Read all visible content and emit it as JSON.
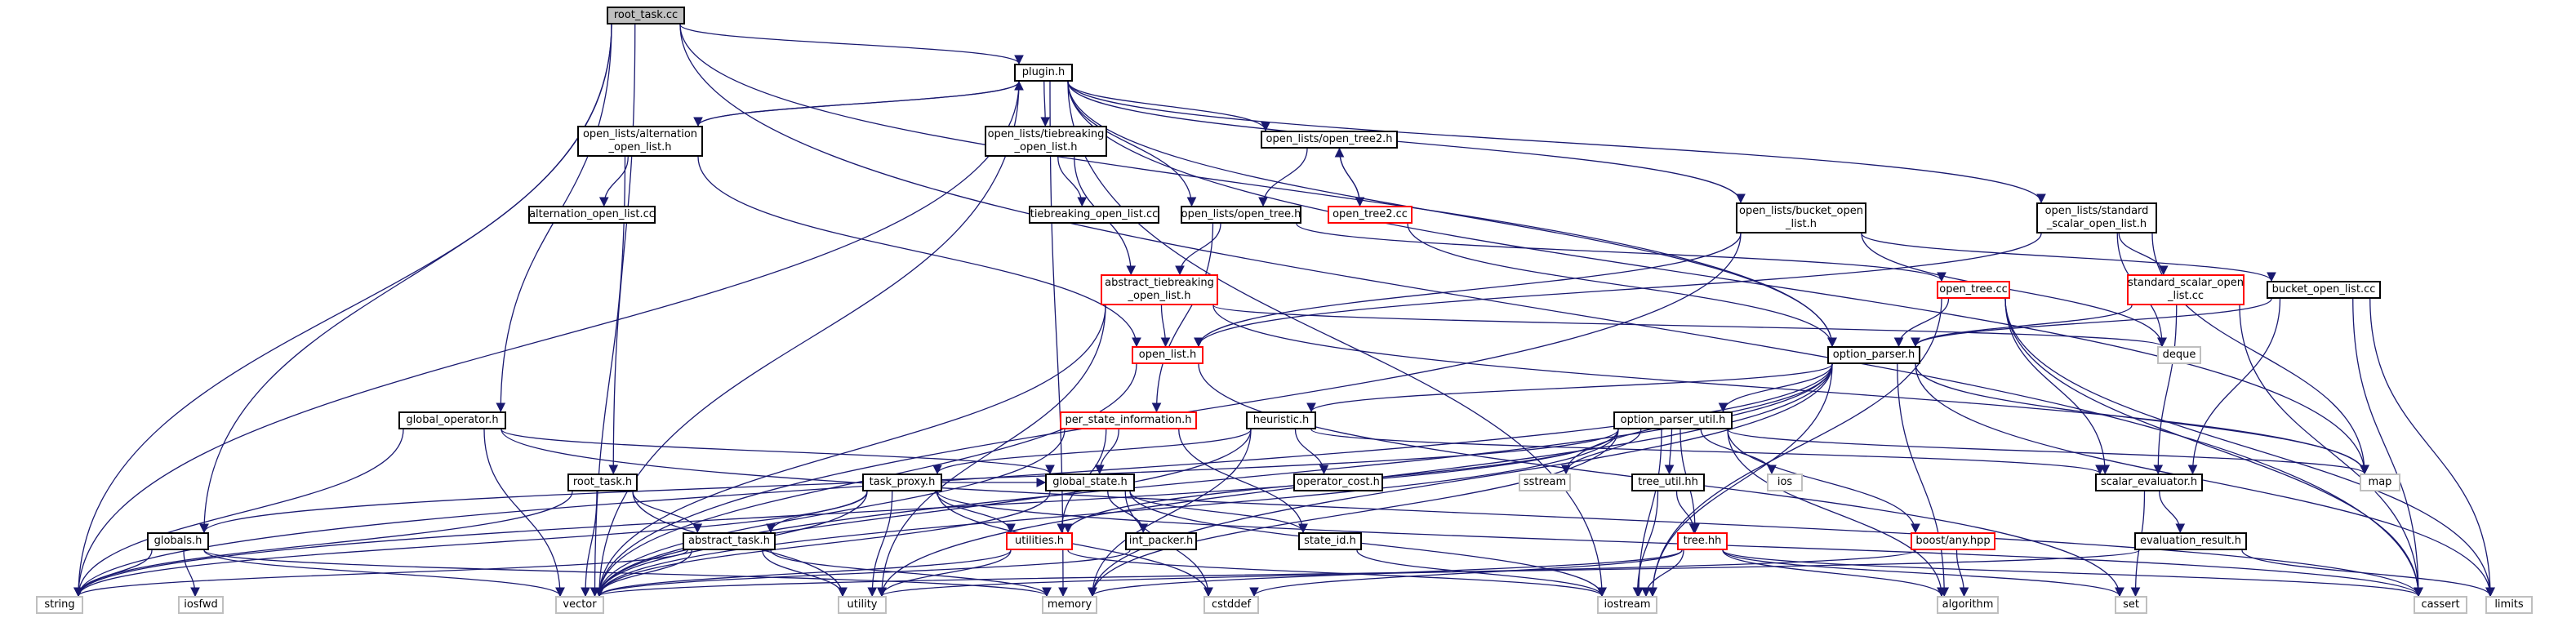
{
  "diagram": {
    "background": "#ffffff",
    "edge_color": "#191970",
    "border_default": "#000000",
    "border_truncated": "#ff0000",
    "border_system": "#bfbfbf",
    "root_fill": "#bfbfbf"
  },
  "nodes": [
    {
      "id": "root_task_cc",
      "label": "root_task.cc",
      "kind": "root"
    },
    {
      "id": "plugin_h",
      "label": "plugin.h",
      "kind": "normal"
    },
    {
      "id": "alternation_open_list_h",
      "label": "open_lists/alternation\n_open_list.h",
      "kind": "normal"
    },
    {
      "id": "alternation_open_list_cc",
      "label": "alternation_open_list.cc",
      "kind": "normal"
    },
    {
      "id": "tiebreaking_open_list_h",
      "label": "open_lists/tiebreaking\n_open_list.h",
      "kind": "normal"
    },
    {
      "id": "tiebreaking_open_list_cc",
      "label": "tiebreaking_open_list.cc",
      "kind": "normal"
    },
    {
      "id": "open_tree2_h",
      "label": "open_lists/open_tree2.h",
      "kind": "normal"
    },
    {
      "id": "open_tree2_cc",
      "label": "open_tree2.cc",
      "kind": "truncated"
    },
    {
      "id": "open_tree_h",
      "label": "open_lists/open_tree.h",
      "kind": "normal"
    },
    {
      "id": "abstract_tiebreaking_open_list_h",
      "label": "abstract_tiebreaking\n_open_list.h",
      "kind": "truncated"
    },
    {
      "id": "bucket_open_list_h",
      "label": "open_lists/bucket_open\n_list.h",
      "kind": "normal"
    },
    {
      "id": "standard_scalar_open_list_h",
      "label": "open_lists/standard\n_scalar_open_list.h",
      "kind": "normal"
    },
    {
      "id": "standard_scalar_open_list_cc",
      "label": "standard_scalar_open\n_list.cc",
      "kind": "truncated"
    },
    {
      "id": "bucket_open_list_cc",
      "label": "bucket_open_list.cc",
      "kind": "normal"
    },
    {
      "id": "open_tree_cc",
      "label": "open_tree.cc",
      "kind": "truncated"
    },
    {
      "id": "open_list_h",
      "label": "open_list.h",
      "kind": "truncated"
    },
    {
      "id": "option_parser_h",
      "label": "option_parser.h",
      "kind": "normal"
    },
    {
      "id": "deque",
      "label": "deque",
      "kind": "system"
    },
    {
      "id": "global_operator_h",
      "label": "global_operator.h",
      "kind": "normal"
    },
    {
      "id": "per_state_information_h",
      "label": "per_state_information.h",
      "kind": "truncated"
    },
    {
      "id": "heuristic_h",
      "label": "heuristic.h",
      "kind": "normal"
    },
    {
      "id": "option_parser_util_h",
      "label": "option_parser_util.h",
      "kind": "normal"
    },
    {
      "id": "root_task_h",
      "label": "root_task.h",
      "kind": "normal"
    },
    {
      "id": "task_proxy_h",
      "label": "task_proxy.h",
      "kind": "normal"
    },
    {
      "id": "global_state_h",
      "label": "global_state.h",
      "kind": "normal"
    },
    {
      "id": "operator_cost_h",
      "label": "operator_cost.h",
      "kind": "normal"
    },
    {
      "id": "sstream",
      "label": "sstream",
      "kind": "system"
    },
    {
      "id": "tree_util_hh",
      "label": "tree_util.hh",
      "kind": "normal"
    },
    {
      "id": "ios",
      "label": "ios",
      "kind": "system"
    },
    {
      "id": "scalar_evaluator_h",
      "label": "scalar_evaluator.h",
      "kind": "normal"
    },
    {
      "id": "map",
      "label": "map",
      "kind": "system"
    },
    {
      "id": "globals_h",
      "label": "globals.h",
      "kind": "normal"
    },
    {
      "id": "abstract_task_h",
      "label": "abstract_task.h",
      "kind": "normal"
    },
    {
      "id": "utilities_h",
      "label": "utilities.h",
      "kind": "truncated"
    },
    {
      "id": "int_packer_h",
      "label": "int_packer.h",
      "kind": "normal"
    },
    {
      "id": "state_id_h",
      "label": "state_id.h",
      "kind": "normal"
    },
    {
      "id": "tree_hh",
      "label": "tree.hh",
      "kind": "truncated"
    },
    {
      "id": "boost_any_hpp",
      "label": "boost/any.hpp",
      "kind": "truncated"
    },
    {
      "id": "evaluation_result_h",
      "label": "evaluation_result.h",
      "kind": "normal"
    },
    {
      "id": "string",
      "label": "string",
      "kind": "system"
    },
    {
      "id": "iosfwd",
      "label": "iosfwd",
      "kind": "system"
    },
    {
      "id": "vector",
      "label": "vector",
      "kind": "system"
    },
    {
      "id": "utility",
      "label": "utility",
      "kind": "system"
    },
    {
      "id": "memory",
      "label": "memory",
      "kind": "system"
    },
    {
      "id": "cstddef",
      "label": "cstddef",
      "kind": "system"
    },
    {
      "id": "iostream",
      "label": "iostream",
      "kind": "system"
    },
    {
      "id": "algorithm",
      "label": "algorithm",
      "kind": "system"
    },
    {
      "id": "set",
      "label": "set",
      "kind": "system"
    },
    {
      "id": "cassert",
      "label": "cassert",
      "kind": "system"
    },
    {
      "id": "limits",
      "label": "limits",
      "kind": "system"
    }
  ],
  "edges": [
    [
      "root_task_cc",
      "plugin_h"
    ],
    [
      "root_task_cc",
      "string"
    ],
    [
      "root_task_cc",
      "globals_h"
    ],
    [
      "root_task_cc",
      "global_operator_h"
    ],
    [
      "root_task_cc",
      "root_task_h"
    ],
    [
      "root_task_cc",
      "option_parser_h"
    ],
    [
      "root_task_cc",
      "cassert"
    ],
    [
      "plugin_h",
      "alternation_open_list_h"
    ],
    [
      "plugin_h",
      "tiebreaking_open_list_h"
    ],
    [
      "plugin_h",
      "open_tree2_h"
    ],
    [
      "plugin_h",
      "open_tree_h"
    ],
    [
      "plugin_h",
      "bucket_open_list_h"
    ],
    [
      "plugin_h",
      "standard_scalar_open_list_h"
    ],
    [
      "plugin_h",
      "option_parser_h"
    ],
    [
      "plugin_h",
      "string"
    ],
    [
      "plugin_h",
      "vector"
    ],
    [
      "plugin_h",
      "memory"
    ],
    [
      "plugin_h",
      "iostream"
    ],
    [
      "plugin_h",
      "map"
    ],
    [
      "alternation_open_list_h",
      "plugin_h"
    ],
    [
      "alternation_open_list_h",
      "alternation_open_list_cc"
    ],
    [
      "alternation_open_list_h",
      "open_list_h"
    ],
    [
      "alternation_open_list_h",
      "vector"
    ],
    [
      "tiebreaking_open_list_h",
      "tiebreaking_open_list_cc"
    ],
    [
      "tiebreaking_open_list_h",
      "abstract_tiebreaking_open_list_h"
    ],
    [
      "open_tree2_h",
      "open_tree2_cc"
    ],
    [
      "open_tree2_h",
      "open_tree_h"
    ],
    [
      "open_tree2_cc",
      "open_tree2_h"
    ],
    [
      "open_tree2_cc",
      "option_parser_h"
    ],
    [
      "open_tree_h",
      "abstract_tiebreaking_open_list_h"
    ],
    [
      "open_tree_h",
      "open_tree_cc"
    ],
    [
      "open_tree_h",
      "per_state_information_h"
    ],
    [
      "abstract_tiebreaking_open_list_h",
      "open_list_h"
    ],
    [
      "abstract_tiebreaking_open_list_h",
      "vector"
    ],
    [
      "abstract_tiebreaking_open_list_h",
      "utility"
    ],
    [
      "abstract_tiebreaking_open_list_h",
      "deque"
    ],
    [
      "abstract_tiebreaking_open_list_h",
      "map"
    ],
    [
      "bucket_open_list_h",
      "open_list_h"
    ],
    [
      "bucket_open_list_h",
      "vector"
    ],
    [
      "bucket_open_list_h",
      "deque"
    ],
    [
      "bucket_open_list_h",
      "bucket_open_list_cc"
    ],
    [
      "standard_scalar_open_list_h",
      "standard_scalar_open_list_cc"
    ],
    [
      "standard_scalar_open_list_h",
      "open_list_h"
    ],
    [
      "standard_scalar_open_list_h",
      "deque"
    ],
    [
      "standard_scalar_open_list_h",
      "map"
    ],
    [
      "standard_scalar_open_list_cc",
      "option_parser_h"
    ],
    [
      "standard_scalar_open_list_cc",
      "scalar_evaluator_h"
    ],
    [
      "standard_scalar_open_list_cc",
      "cassert"
    ],
    [
      "bucket_open_list_cc",
      "option_parser_h"
    ],
    [
      "bucket_open_list_cc",
      "scalar_evaluator_h"
    ],
    [
      "bucket_open_list_cc",
      "cassert"
    ],
    [
      "bucket_open_list_cc",
      "limits"
    ],
    [
      "open_tree_cc",
      "option_parser_h"
    ],
    [
      "open_tree_cc",
      "scalar_evaluator_h"
    ],
    [
      "open_tree_cc",
      "iostream"
    ],
    [
      "open_tree_cc",
      "cassert"
    ],
    [
      "open_tree_cc",
      "limits"
    ],
    [
      "open_list_h",
      "vector"
    ],
    [
      "open_list_h",
      "set"
    ],
    [
      "option_parser_h",
      "heuristic_h"
    ],
    [
      "option_parser_h",
      "option_parser_util_h"
    ],
    [
      "option_parser_h",
      "string"
    ],
    [
      "option_parser_h",
      "vector"
    ],
    [
      "option_parser_h",
      "sstream"
    ],
    [
      "option_parser_h",
      "iostream"
    ],
    [
      "option_parser_h",
      "algorithm"
    ],
    [
      "option_parser_h",
      "map"
    ],
    [
      "option_parser_h",
      "limits"
    ],
    [
      "option_parser_h",
      "memory"
    ],
    [
      "option_parser_h",
      "utility"
    ],
    [
      "global_operator_h",
      "global_state_h"
    ],
    [
      "global_operator_h",
      "string"
    ],
    [
      "global_operator_h",
      "vector"
    ],
    [
      "global_operator_h",
      "cassert"
    ],
    [
      "per_state_information_h",
      "global_state_h"
    ],
    [
      "per_state_information_h",
      "state_id_h"
    ],
    [
      "per_state_information_h",
      "utilities_h"
    ],
    [
      "per_state_information_h",
      "vector"
    ],
    [
      "heuristic_h",
      "scalar_evaluator_h"
    ],
    [
      "heuristic_h",
      "operator_cost_h"
    ],
    [
      "heuristic_h",
      "task_proxy_h"
    ],
    [
      "heuristic_h",
      "memory"
    ],
    [
      "heuristic_h",
      "vector"
    ],
    [
      "option_parser_util_h",
      "tree_hh"
    ],
    [
      "option_parser_util_h",
      "tree_util_hh"
    ],
    [
      "option_parser_util_h",
      "boost_any_hpp"
    ],
    [
      "option_parser_util_h",
      "utilities_h"
    ],
    [
      "option_parser_util_h",
      "sstream"
    ],
    [
      "option_parser_util_h",
      "ios"
    ],
    [
      "option_parser_util_h",
      "map"
    ],
    [
      "option_parser_util_h",
      "string"
    ],
    [
      "option_parser_util_h",
      "vector"
    ],
    [
      "option_parser_util_h",
      "iostream"
    ],
    [
      "option_parser_util_h",
      "algorithm"
    ],
    [
      "option_parser_util_h",
      "memory"
    ],
    [
      "option_parser_util_h",
      "globals_h"
    ],
    [
      "root_task_h",
      "abstract_task_h"
    ],
    [
      "root_task_h",
      "string"
    ],
    [
      "root_task_h",
      "vector"
    ],
    [
      "root_task_h",
      "utility"
    ],
    [
      "task_proxy_h",
      "abstract_task_h"
    ],
    [
      "task_proxy_h",
      "global_state_h"
    ],
    [
      "task_proxy_h",
      "utilities_h"
    ],
    [
      "task_proxy_h",
      "string"
    ],
    [
      "task_proxy_h",
      "vector"
    ],
    [
      "task_proxy_h",
      "cassert"
    ],
    [
      "task_proxy_h",
      "cstddef"
    ],
    [
      "task_proxy_h",
      "utility"
    ],
    [
      "global_state_h",
      "int_packer_h"
    ],
    [
      "global_state_h",
      "state_id_h"
    ],
    [
      "global_state_h",
      "vector"
    ],
    [
      "global_state_h",
      "cstddef"
    ],
    [
      "global_state_h",
      "iostream"
    ],
    [
      "tree_util_hh",
      "tree_hh"
    ],
    [
      "tree_util_hh",
      "iostream"
    ],
    [
      "scalar_evaluator_h",
      "evaluation_result_h"
    ],
    [
      "scalar_evaluator_h",
      "set"
    ],
    [
      "globals_h",
      "string"
    ],
    [
      "globals_h",
      "vector"
    ],
    [
      "globals_h",
      "iosfwd"
    ],
    [
      "globals_h",
      "memory"
    ],
    [
      "abstract_task_h",
      "string"
    ],
    [
      "abstract_task_h",
      "vector"
    ],
    [
      "abstract_task_h",
      "utility"
    ],
    [
      "abstract_task_h",
      "memory"
    ],
    [
      "utilities_h",
      "vector"
    ],
    [
      "utilities_h",
      "utility"
    ],
    [
      "utilities_h",
      "iostream"
    ],
    [
      "int_packer_h",
      "vector"
    ],
    [
      "state_id_h",
      "iostream"
    ],
    [
      "tree_hh",
      "cassert"
    ],
    [
      "tree_hh",
      "memory"
    ],
    [
      "tree_hh",
      "stdexcept_none"
    ],
    [
      "tree_hh",
      "iostream"
    ],
    [
      "tree_hh",
      "algorithm"
    ],
    [
      "tree_hh",
      "set"
    ],
    [
      "tree_hh",
      "cstddef"
    ],
    [
      "boost_any_hpp",
      "algorithm"
    ],
    [
      "boost_any_hpp",
      "utility"
    ],
    [
      "evaluation_result_h",
      "vector"
    ],
    [
      "evaluation_result_h",
      "limits"
    ]
  ]
}
